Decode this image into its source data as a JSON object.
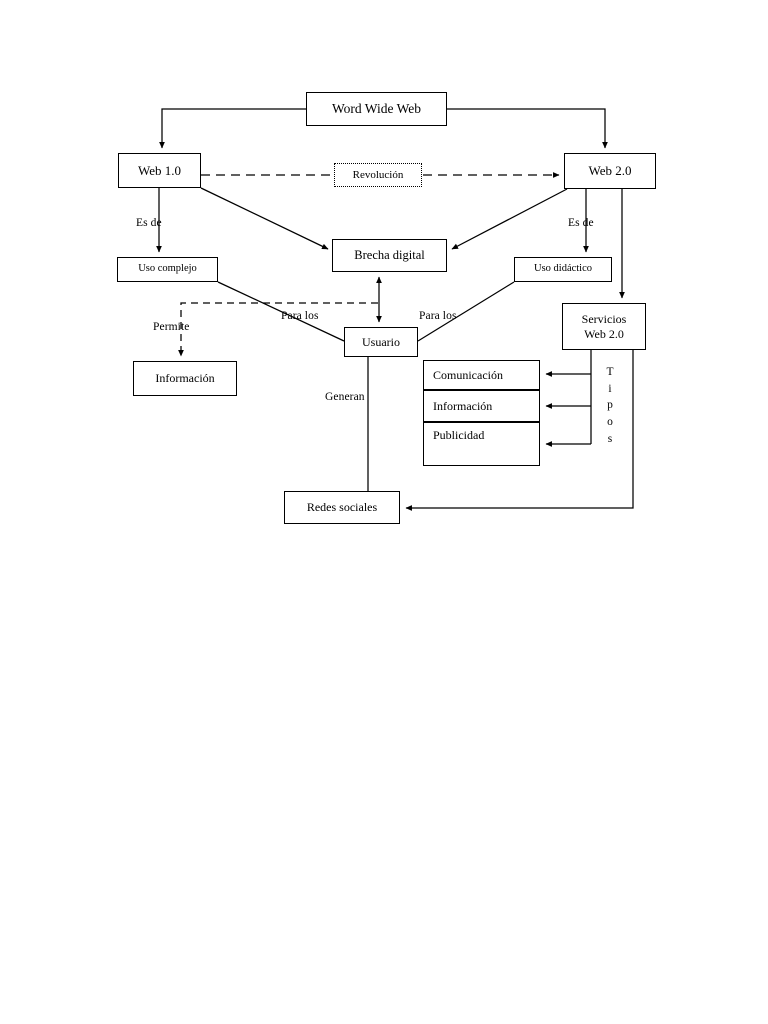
{
  "diagram": {
    "title": "Word Wide Web concept map",
    "type": "concept-map",
    "colors": {
      "stroke": "#000000",
      "background": "#ffffff",
      "text": "#000000"
    },
    "nodes": [
      {
        "id": "www",
        "label": "Word Wide Web",
        "shape": "rect",
        "border": "solid"
      },
      {
        "id": "web10",
        "label": "Web 1.0",
        "shape": "rect",
        "border": "solid"
      },
      {
        "id": "revolucion",
        "label": "Revolución",
        "shape": "rect",
        "border": "dotted"
      },
      {
        "id": "web20",
        "label": "Web 2.0",
        "shape": "rect",
        "border": "solid"
      },
      {
        "id": "usocomplejo",
        "label": "Uso complejo",
        "shape": "rect",
        "border": "solid"
      },
      {
        "id": "brecha",
        "label": "Brecha digital",
        "shape": "rect",
        "border": "solid"
      },
      {
        "id": "usodidactico",
        "label": "Uso didáctico",
        "shape": "rect",
        "border": "solid"
      },
      {
        "id": "servicios",
        "label_line1": "Servicios",
        "label_line2": "Web 2.0",
        "shape": "rect",
        "border": "solid"
      },
      {
        "id": "informacion",
        "label": "Información",
        "shape": "rect",
        "border": "solid"
      },
      {
        "id": "usuario",
        "label": "Usuario",
        "shape": "rect",
        "border": "solid"
      },
      {
        "id": "comunicacion",
        "label": "Comunicación",
        "shape": "rect",
        "border": "solid"
      },
      {
        "id": "info2",
        "label": "Información",
        "shape": "rect",
        "border": "solid"
      },
      {
        "id": "publicidad",
        "label": "Publicidad",
        "shape": "rect",
        "border": "solid"
      },
      {
        "id": "redes",
        "label": "Redes sociales",
        "shape": "rect",
        "border": "solid"
      }
    ],
    "edge_labels": {
      "esde_left": "Es de",
      "esde_right": "Es de",
      "permite": "Permite",
      "paralos_left": "Para los",
      "paralos_right": "Para los",
      "generan": "Generan",
      "tipos": "Tipos",
      "tipos_letters": [
        "T",
        "i",
        "p",
        "o",
        "s"
      ]
    },
    "edges": [
      {
        "from": "www",
        "to": "web10",
        "style": "solid",
        "arrow": "end"
      },
      {
        "from": "www",
        "to": "web20",
        "style": "solid",
        "arrow": "end"
      },
      {
        "from": "web10",
        "to": "web20",
        "style": "dashed",
        "arrow": "end",
        "label": "Revolución"
      },
      {
        "from": "web10",
        "to": "usocomplejo",
        "style": "solid",
        "arrow": "end",
        "label": "Es de"
      },
      {
        "from": "web10",
        "to": "brecha",
        "style": "solid",
        "arrow": "end"
      },
      {
        "from": "web20",
        "to": "usodidactico",
        "style": "solid",
        "arrow": "end",
        "label": "Es de"
      },
      {
        "from": "web20",
        "to": "brecha",
        "style": "solid",
        "arrow": "end"
      },
      {
        "from": "web20",
        "to": "servicios",
        "style": "solid",
        "arrow": "end"
      },
      {
        "from": "usocomplejo",
        "to": "usuario",
        "style": "solid",
        "arrow": "none",
        "label": "Para los"
      },
      {
        "from": "usocomplejo",
        "to": "informacion",
        "style": "dashed",
        "arrow": "end",
        "label": "Permite"
      },
      {
        "from": "brecha",
        "to": "usuario",
        "style": "solid",
        "arrow": "both"
      },
      {
        "from": "usodidactico",
        "to": "usuario",
        "style": "solid",
        "arrow": "none",
        "label": "Para los"
      },
      {
        "from": "usuario",
        "to": "redes",
        "style": "solid",
        "arrow": "none",
        "label": "Generan"
      },
      {
        "from": "servicios",
        "to": "comunicacion",
        "style": "solid",
        "arrow": "end",
        "label": "Tipos"
      },
      {
        "from": "servicios",
        "to": "info2",
        "style": "solid",
        "arrow": "end",
        "label": "Tipos"
      },
      {
        "from": "servicios",
        "to": "publicidad",
        "style": "solid",
        "arrow": "end",
        "label": "Tipos"
      },
      {
        "from": "servicios",
        "to": "redes",
        "style": "solid",
        "arrow": "end"
      }
    ]
  }
}
